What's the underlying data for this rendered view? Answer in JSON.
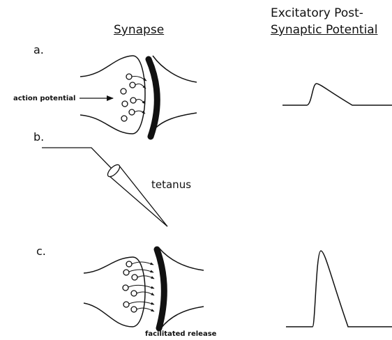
{
  "headings": {
    "synapse": "Synapse",
    "epsp_line1": "Excitatory Post-",
    "epsp_line2": "Synaptic Potential"
  },
  "panels": {
    "a": {
      "letter": "a.",
      "annotation": "action potential"
    },
    "b": {
      "letter": "b.",
      "annotation": "tetanus"
    },
    "c": {
      "letter": "c.",
      "annotation": "facilitated release"
    }
  }
}
